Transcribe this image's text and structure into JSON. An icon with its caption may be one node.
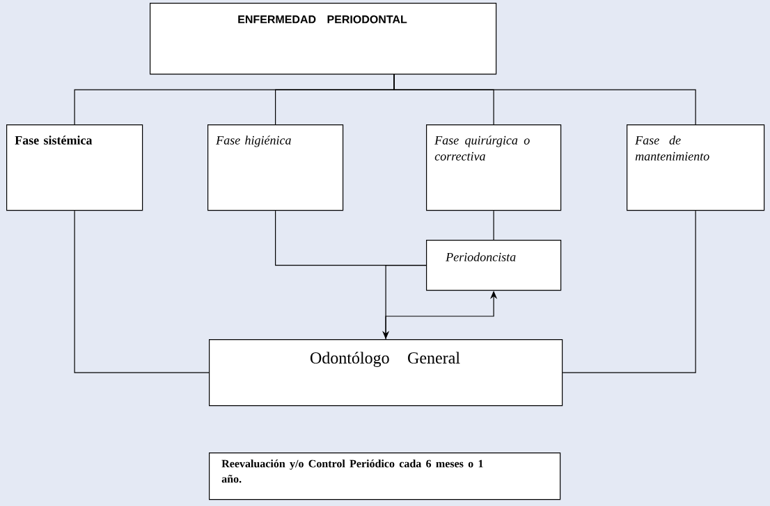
{
  "diagram": {
    "nodes": [
      {
        "text": [
          "ENFERMEDAD PERIODONTAL"
        ]
      },
      {
        "text": [
          "Fase sistémica"
        ]
      },
      {
        "text": [
          "Fase higiénica"
        ]
      },
      {
        "text": [
          "Fase quirúrgica o correctiva"
        ]
      },
      {
        "text": [
          "Fase de mantenimiento"
        ]
      },
      {
        "text": [
          "Periodoncista"
        ]
      },
      {
        "text": [
          "Odontólogo General"
        ]
      },
      {
        "text": [
          "Reevaluación y/o Control Periódico cada 6 meses o 1 año."
        ]
      }
    ],
    "edges": [
      {
        "from": 0,
        "to": 1,
        "arrow": "none"
      },
      {
        "from": 0,
        "to": 2,
        "arrow": "none"
      },
      {
        "from": 0,
        "to": 3,
        "arrow": "none"
      },
      {
        "from": 0,
        "to": 4,
        "arrow": "none"
      },
      {
        "from": 1,
        "to": 6,
        "arrow": "none"
      },
      {
        "from": 4,
        "to": 6,
        "arrow": "none"
      },
      {
        "from": 2,
        "to": 5,
        "arrow": "none"
      },
      {
        "from": 3,
        "to": 5,
        "arrow": "none"
      },
      {
        "from": 5,
        "to": 6,
        "arrow": "to"
      },
      {
        "from": 6,
        "to": 5,
        "arrow": "to"
      }
    ]
  }
}
